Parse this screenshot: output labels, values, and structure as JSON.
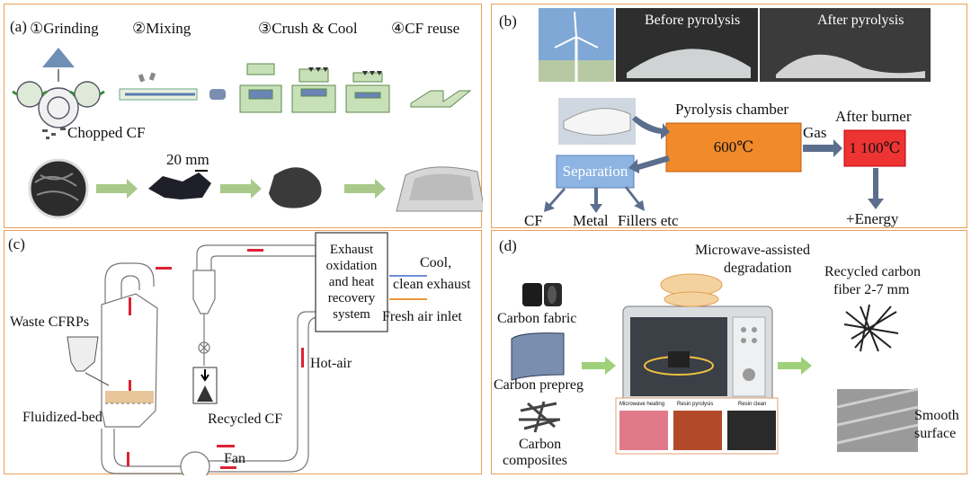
{
  "panel_a": {
    "label": "(a)",
    "steps": [
      "①Grinding",
      "②Mixing",
      "③Crush & Cool",
      "④CF reuse"
    ],
    "chopped": "Chopped CF",
    "scale": "20 mm"
  },
  "panel_b": {
    "label": "(b)",
    "before": "Before pyrolysis",
    "after": "After pyrolysis",
    "chamber": "Pyrolysis chamber",
    "chamber_temp": "600℃",
    "gas": "Gas",
    "afterburner": "After burner",
    "afterburner_temp": "1 100℃",
    "separation": "Separation",
    "outputs": [
      "CF",
      "Metal",
      "Fillers etc"
    ],
    "energy": "+Energy"
  },
  "panel_c": {
    "label": "(c)",
    "exhaust": [
      "Exhaust",
      "oxidation",
      "and heat",
      "recovery",
      "system"
    ],
    "cool": [
      "Cool,",
      "clean exhaust"
    ],
    "fresh_air": "Fresh air inlet",
    "waste": "Waste CFRPs",
    "hot_air": "Hot-air",
    "fluidized": "Fluidized-bed",
    "recycled": "Recycled CF",
    "fan": "Fan"
  },
  "panel_d": {
    "label": "(d)",
    "microwave": [
      "Microwave-assisted",
      "degradation"
    ],
    "recycled": [
      "Recycled carbon",
      "fiber 2-7 mm"
    ],
    "fabric": "Carbon fabric",
    "prepreg": "Carbon prepreg",
    "composites": [
      "Carbon",
      "composites"
    ],
    "stages": [
      "Microwave heating",
      "Resin pyrolysis",
      "Resin clean"
    ],
    "smooth": [
      "Smooth",
      "surface"
    ]
  }
}
